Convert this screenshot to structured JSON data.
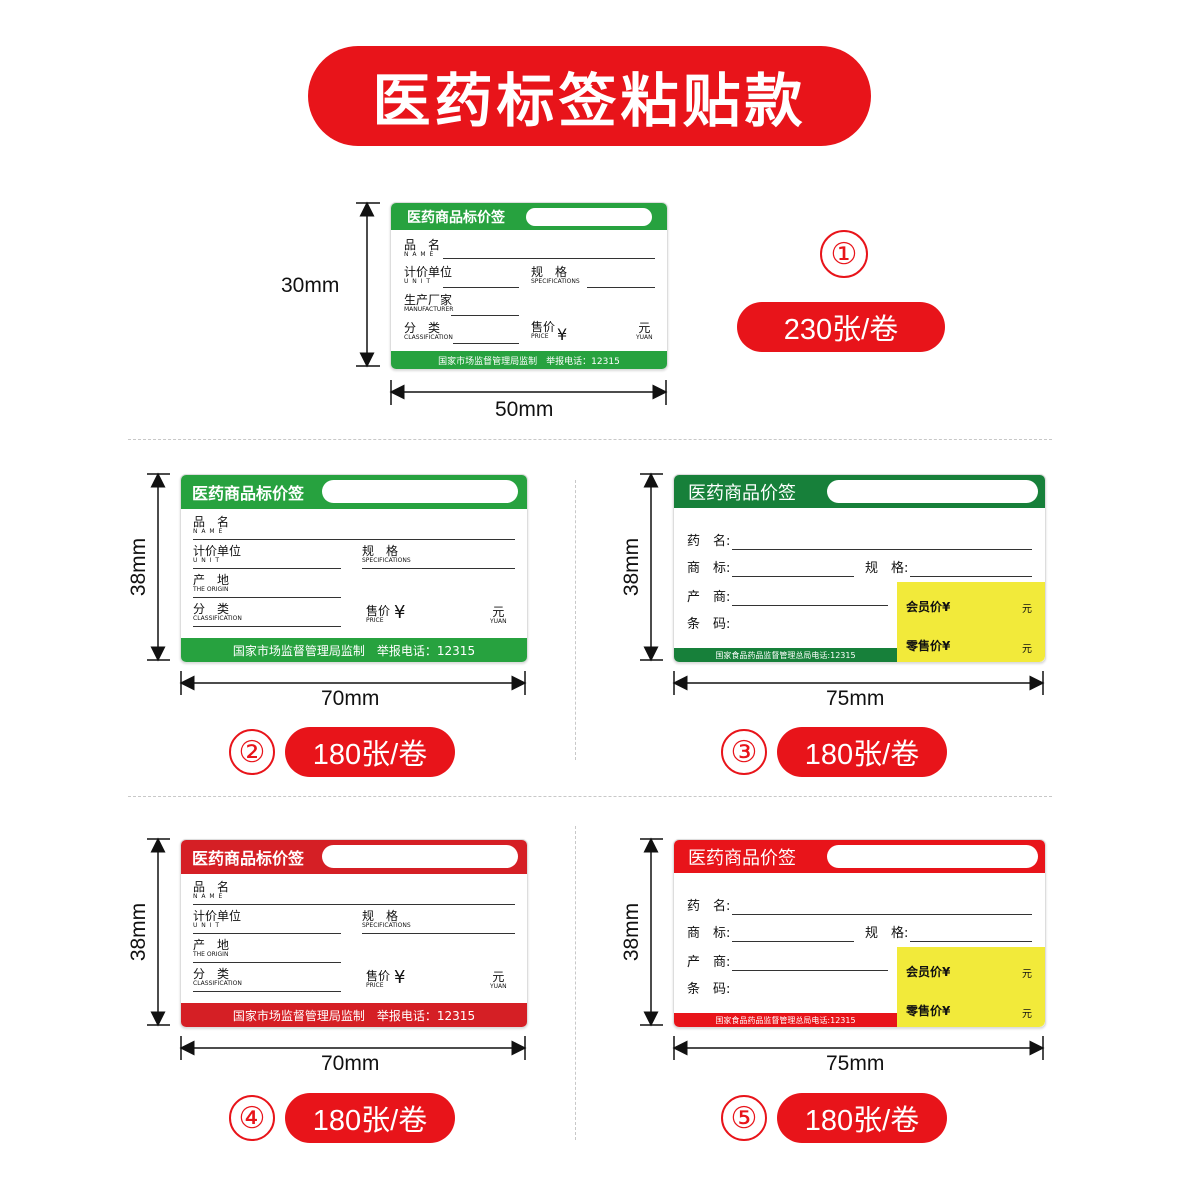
{
  "title": "医药标签粘贴款",
  "colors": {
    "red": "#e8141a",
    "green": "#27a23f",
    "dark_green": "#17803a",
    "label_red": "#d51f25",
    "yellow": "#f2ea3a"
  },
  "labels": [
    {
      "number": "①",
      "quantity": "230张/卷",
      "width": "50mm",
      "height": "30mm",
      "header": "医药商品标价签",
      "fields": {
        "name": "品　名",
        "name_en": "N A M E",
        "unit": "计价单位",
        "unit_en": "U N I T",
        "spec": "规　格",
        "spec_en": "SPECIFICATIONS",
        "maker": "生产厂家",
        "maker_en": "MANUFACTURER",
        "class": "分　类",
        "class_en": "CLASSIFICATION",
        "price": "售价",
        "price_en": "PRICE",
        "yen": "¥",
        "yuan": "元",
        "yuan_en": "YUAN"
      },
      "footer": "国家市场监督管理局监制　举报电话：12315"
    },
    {
      "number": "②",
      "quantity": "180张/卷",
      "width": "70mm",
      "height": "38mm",
      "header": "医药商品标价签",
      "fields": {
        "name": "品　名",
        "name_en": "N A M E",
        "unit": "计价单位",
        "unit_en": "U N I T",
        "spec": "规　格",
        "spec_en": "SPECIFICATIONS",
        "origin": "产　地",
        "origin_en": "THE ORIGIN",
        "class": "分　类",
        "class_en": "CLASSIFICATION",
        "price": "售价",
        "price_en": "PRICE",
        "yen": "¥",
        "yuan": "元",
        "yuan_en": "YUAN"
      },
      "footer": "国家市场监督管理局监制　举报电话：12315"
    },
    {
      "number": "③",
      "quantity": "180张/卷",
      "width": "75mm",
      "height": "38mm",
      "header": "医药商品价签",
      "fields": {
        "drug": "药　名:",
        "brand": "商　标:",
        "spec": "规　格:",
        "maker": "产　商:",
        "barcode": "条　码:",
        "member": "会员价¥",
        "retail": "零售价¥",
        "yuan": "元"
      },
      "footer": "国家食品药品监督管理总局电话:12315"
    },
    {
      "number": "④",
      "quantity": "180张/卷",
      "width": "70mm",
      "height": "38mm",
      "header": "医药商品标价签",
      "fields": {
        "name": "品　名",
        "name_en": "N A M E",
        "unit": "计价单位",
        "unit_en": "U N I T",
        "spec": "规　格",
        "spec_en": "SPECIFICATIONS",
        "origin": "产　地",
        "origin_en": "THE ORIGIN",
        "class": "分　类",
        "class_en": "CLASSIFICATION",
        "price": "售价",
        "price_en": "PRICE",
        "yen": "¥",
        "yuan": "元",
        "yuan_en": "YUAN"
      },
      "footer": "国家市场监督管理局监制　举报电话：12315"
    },
    {
      "number": "⑤",
      "quantity": "180张/卷",
      "width": "75mm",
      "height": "38mm",
      "header": "医药商品价签",
      "fields": {
        "drug": "药　名:",
        "brand": "商　标:",
        "spec": "规　格:",
        "maker": "产　商:",
        "barcode": "条　码:",
        "member": "会员价¥",
        "retail": "零售价¥",
        "yuan": "元"
      },
      "footer": "国家食品药品监督管理总局电话:12315"
    }
  ]
}
